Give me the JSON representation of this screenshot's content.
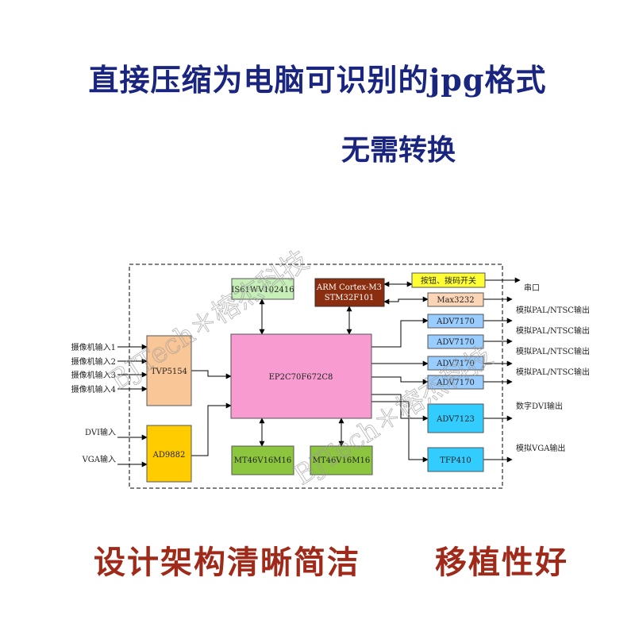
{
  "headlines": {
    "top": "直接压缩为电脑可识别的jpg格式",
    "sub": "无需转换",
    "bottom_left": "设计架构清晰简洁",
    "bottom_right": "移植性好"
  },
  "colors": {
    "headline_blue": "#1a2580",
    "headline_red": "#a02a1a",
    "fpga": "#f79bd0",
    "decoder": "#f9c697",
    "adc": "#ffcc00",
    "memory": "#8cc63f",
    "mcu": "#8b2e0f",
    "sram": "#c6f0b8",
    "buttons": "#ffff33",
    "max3232": "#fbd5b5",
    "adv7170": "#99ccff",
    "adv7123": "#33ccff",
    "tfp410": "#33ccff"
  },
  "blocks": {
    "sram": "IS61WV102416",
    "mcu_line1": "ARM Cortex-M3",
    "mcu_line2": "STM32F101",
    "buttons": "按钮、拨码开关",
    "max3232": "Max3232",
    "adv7170_1": "ADV7170",
    "adv7170_2": "ADV7170",
    "adv7170_3": "ADV7170",
    "adv7170_4": "ADV7170",
    "tvp5154": "TVP5154",
    "fpga": "EP2C70F672C8",
    "adv7123": "ADV7123",
    "ad9882": "AD9882",
    "mem1": "MT46V16M16",
    "mem2": "MT46V16M16",
    "tfp410": "TFP410"
  },
  "inputs": {
    "cam1": "摄像机输入1",
    "cam2": "摄像机输入2",
    "cam3": "摄像机输入3",
    "cam4": "摄像机输入4",
    "dvi": "DVI输入",
    "vga": "VGA输入"
  },
  "outputs": {
    "serial": "串口",
    "pal1": "模拟PAL/NTSC输出",
    "pal2": "模拟PAL/NTSC输出",
    "pal3": "模拟PAL/NTSC输出",
    "pal4": "模拟PAL/NTSC输出",
    "dvi": "数字DVI输出",
    "vga": "模拟VGA输出"
  },
  "watermarks": [
    "BJTech＊榕杰科技",
    "BJTech＊榕杰科技"
  ]
}
